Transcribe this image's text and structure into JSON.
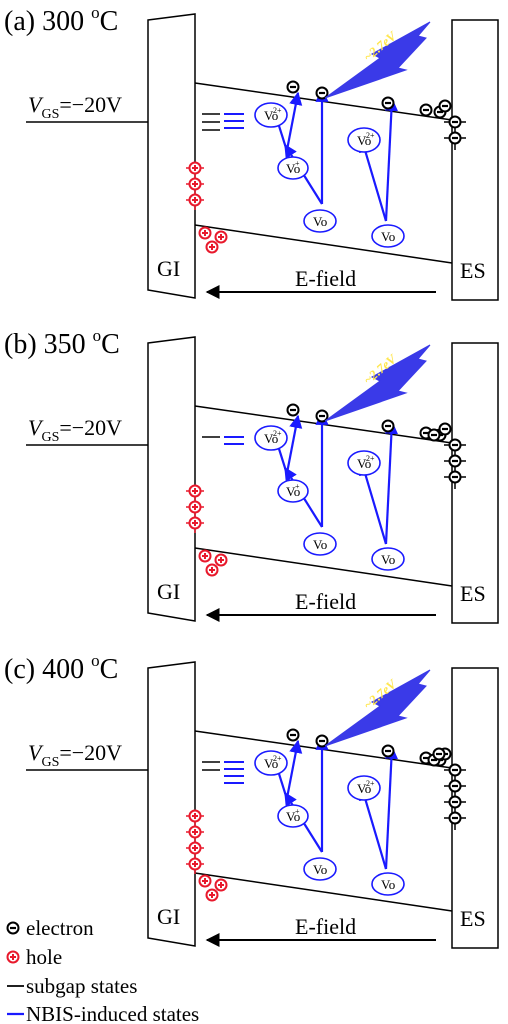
{
  "panels": [
    {
      "label_prefix": "(a) 300 ",
      "label_sup": "o",
      "label_suffix": "C",
      "vgs_symbol": "V",
      "vgs_sub": "GS",
      "vgs_value": "=−20V",
      "gi_label": "GI",
      "es_label": "ES",
      "efield_label": "E-field",
      "photon_label": "~2.7eV",
      "vo_label": "Vo",
      "vo_plus_charge": "+",
      "vo_2plus_charge": "2+",
      "interface_holes": 3,
      "bulk_holes": 3,
      "subgap_level_count": 3,
      "nbis_level_count": 3,
      "es_trapped_electrons": 2
    },
    {
      "label_prefix": "(b) 350 ",
      "label_sup": "o",
      "label_suffix": "C",
      "vgs_symbol": "V",
      "vgs_sub": "GS",
      "vgs_value": "=−20V",
      "gi_label": "GI",
      "es_label": "ES",
      "efield_label": "E-field",
      "photon_label": "~2.7eV",
      "vo_label": "Vo",
      "vo_plus_charge": "+",
      "vo_2plus_charge": "2+",
      "interface_holes": 3,
      "bulk_holes": 3,
      "subgap_level_count": 1,
      "nbis_level_count": 2,
      "es_trapped_electrons": 3
    },
    {
      "label_prefix": "(c) 400 ",
      "label_sup": "o",
      "label_suffix": "C",
      "vgs_symbol": "V",
      "vgs_sub": "GS",
      "vgs_value": "=−20V",
      "gi_label": "GI",
      "es_label": "ES",
      "efield_label": "E-field",
      "photon_label": "~2.7eV",
      "vo_label": "Vo",
      "vo_plus_charge": "+",
      "vo_2plus_charge": "2+",
      "interface_holes": 4,
      "bulk_holes": 3,
      "subgap_level_count": 2,
      "nbis_level_count": 4,
      "es_trapped_electrons": 4
    }
  ],
  "legend": {
    "electron": "electron",
    "hole": "hole",
    "subgap": "subgap states",
    "nbis": "NBIS-induced states"
  },
  "colors": {
    "line": "#000000",
    "blue": "#1a1aff",
    "hole": "#e8192c",
    "bolt": "#3a3ae8",
    "photon_text": "#ffe64d"
  }
}
